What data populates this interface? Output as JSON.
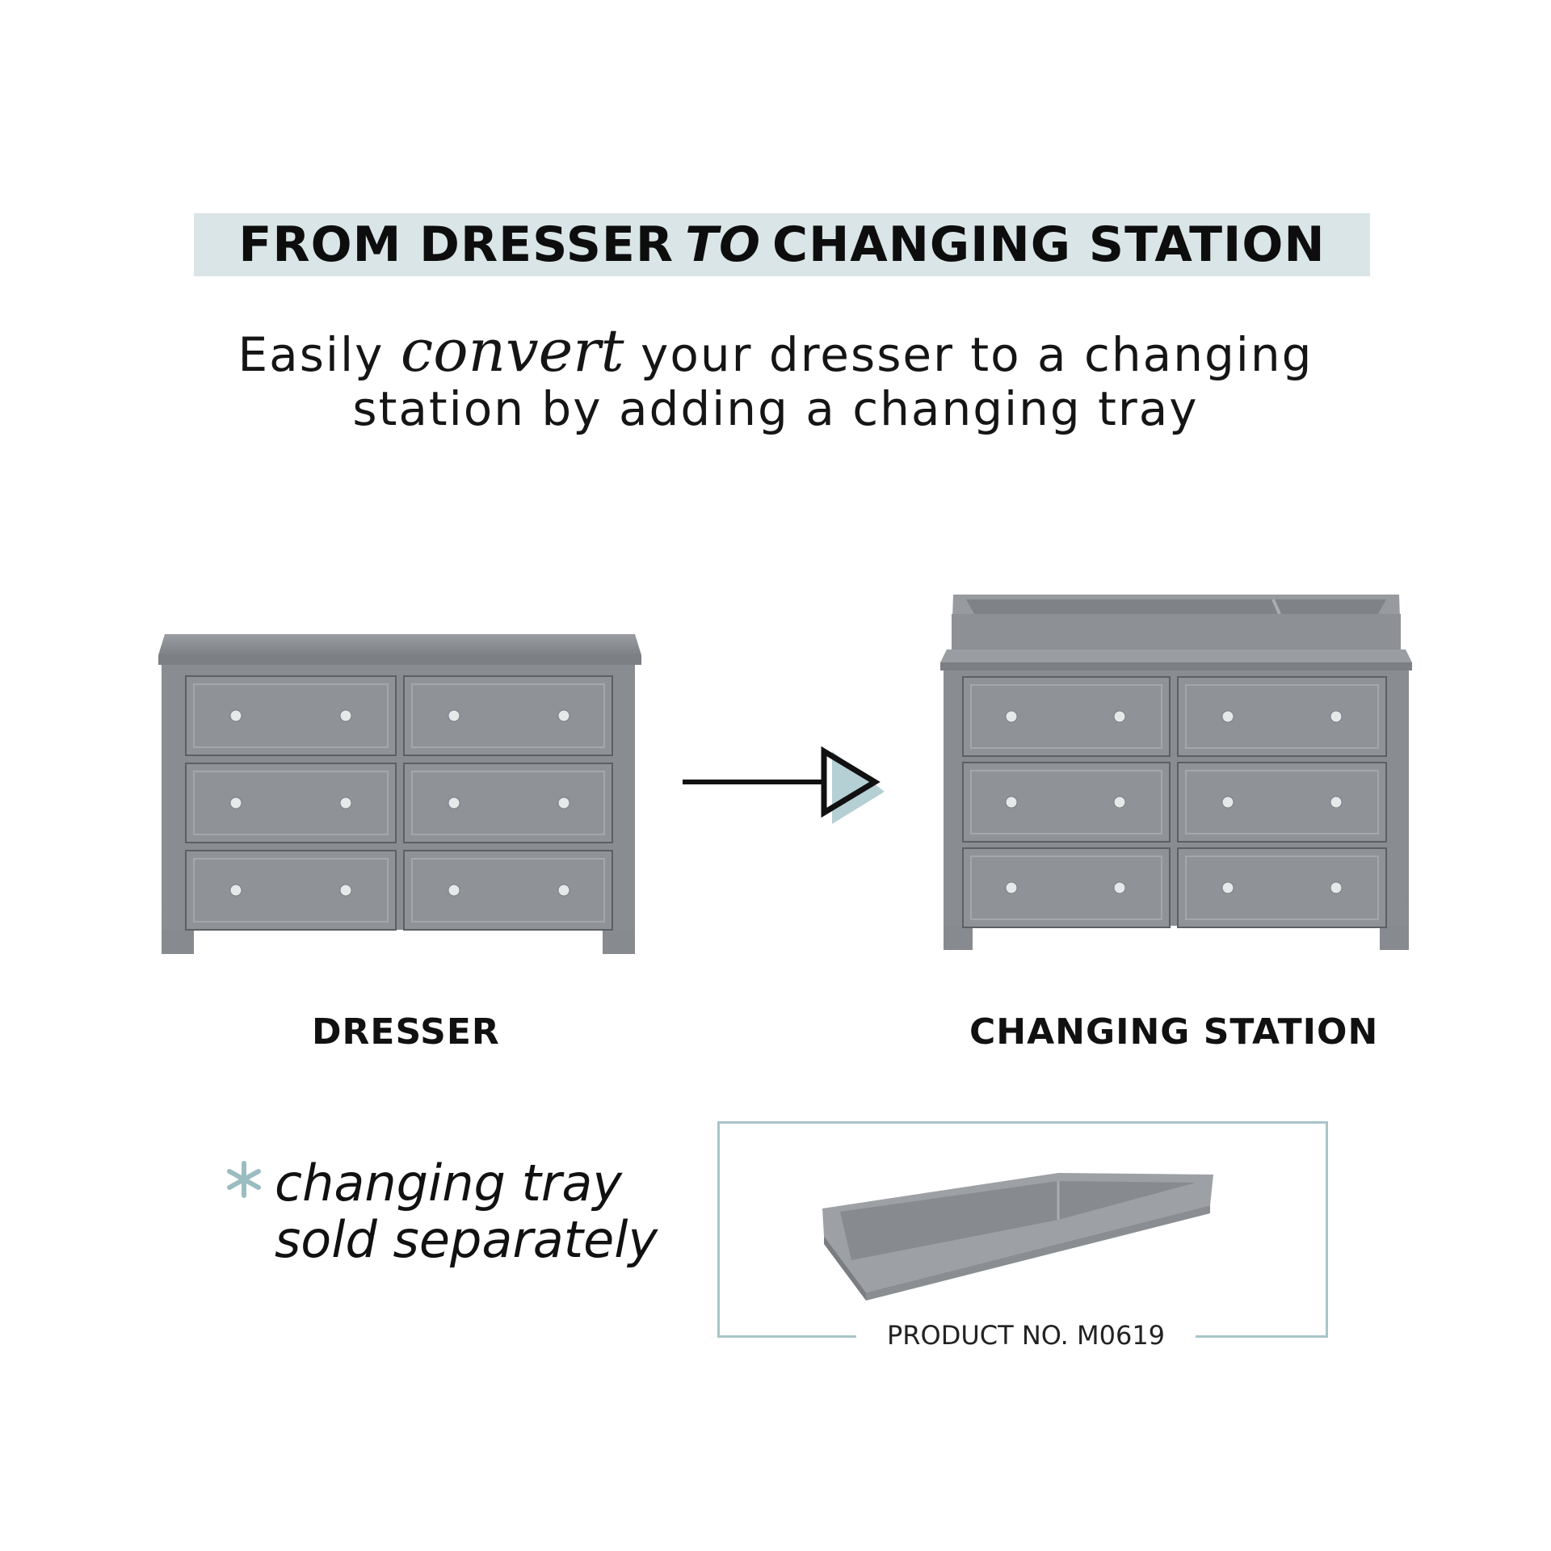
{
  "headline": {
    "part1": "FROM DRESSER",
    "part2": "TO",
    "part3": "CHANGING STATION"
  },
  "subheading": {
    "line1_before": "Easily",
    "line1_script": "convert",
    "line1_after": "your dresser to a changing",
    "line2": "station by adding a changing tray"
  },
  "labels": {
    "dresser": "DRESSER",
    "changing_station": "CHANGING STATION"
  },
  "note": {
    "line1": "changing tray",
    "line2": "sold separately"
  },
  "product": {
    "label": "PRODUCT NO. M0619"
  },
  "icons": [
    "dresser-image",
    "changing-station-image",
    "arrow-icon",
    "asterisk-icon",
    "changing-tray-image"
  ],
  "colors": {
    "accent": "#d9e5e6",
    "frame": "#a9c4c9",
    "asterisk": "#9bbcc1",
    "furniture": "#8c8f93"
  }
}
